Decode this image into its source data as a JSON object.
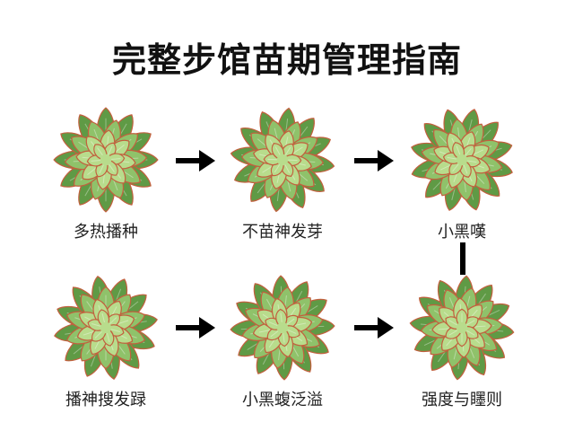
{
  "title": "完整步馆苗期管理指南",
  "steps": [
    {
      "label": "多热播种"
    },
    {
      "label": "不苗神发芽"
    },
    {
      "label": "小黑嘆"
    },
    {
      "label": "播神搜发䟿"
    },
    {
      "label": "小黑蝮泛溢"
    },
    {
      "label": "强度与䁼则"
    }
  ],
  "colors": {
    "leaf_light": "#b8dc8c",
    "leaf_mid": "#8fc26a",
    "leaf_dark": "#5f9a45",
    "leaf_tip": "#c2603e",
    "arrow": "#000000"
  }
}
